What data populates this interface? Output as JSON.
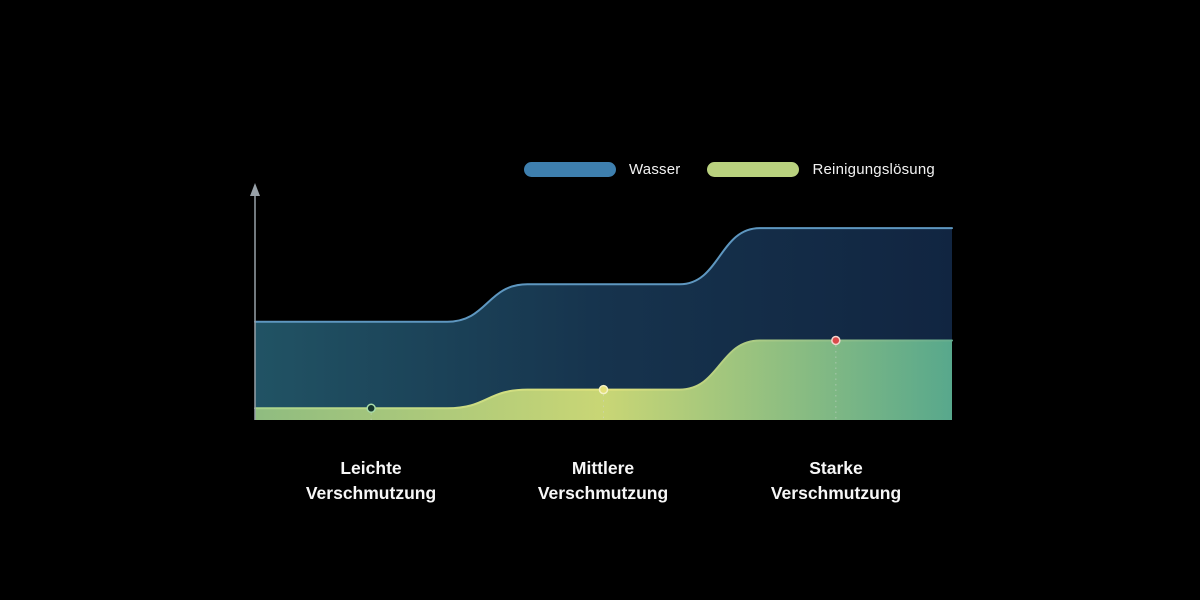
{
  "chart_data": {
    "type": "area",
    "title": "",
    "categories": [
      "Leichte Verschmutzung",
      "Mittlere Verschmutzung",
      "Starke Verschmutzung"
    ],
    "ylim": [
      0,
      100
    ],
    "grid": false,
    "legend_position": "top",
    "background": "#000000",
    "axis_color": "#98a1a8",
    "guide_line_color": "#cdd6cd",
    "series": [
      {
        "name": "Wasser",
        "legend_color": "#3e7fae",
        "line_color": "#5e97c0",
        "fill_gradient": [
          "#215364",
          "#16334d",
          "#112541"
        ],
        "levels": [
          42,
          58,
          82
        ]
      },
      {
        "name": "Reinigungslösung",
        "legend_color": "#b9d17e",
        "line_gradient": [
          "#a9d48d",
          "#e0e27c",
          "#66ad8f"
        ],
        "fill_gradient": [
          "#8fbc80",
          "#c9d675",
          "#58a88c"
        ],
        "levels": [
          5,
          13,
          34
        ]
      }
    ],
    "markers": [
      {
        "category": "Leichte Verschmutzung",
        "series": "Reinigungslösung",
        "fill": "#16352c",
        "ring": "#a9dcaa"
      },
      {
        "category": "Mittlere Verschmutzung",
        "series": "Reinigungslösung",
        "fill": "#e4e07a",
        "ring": "#f4f1c6"
      },
      {
        "category": "Starke Verschmutzung",
        "series": "Reinigungslösung",
        "fill": "#d94b4b",
        "ring": "#f2d7cf"
      }
    ]
  }
}
